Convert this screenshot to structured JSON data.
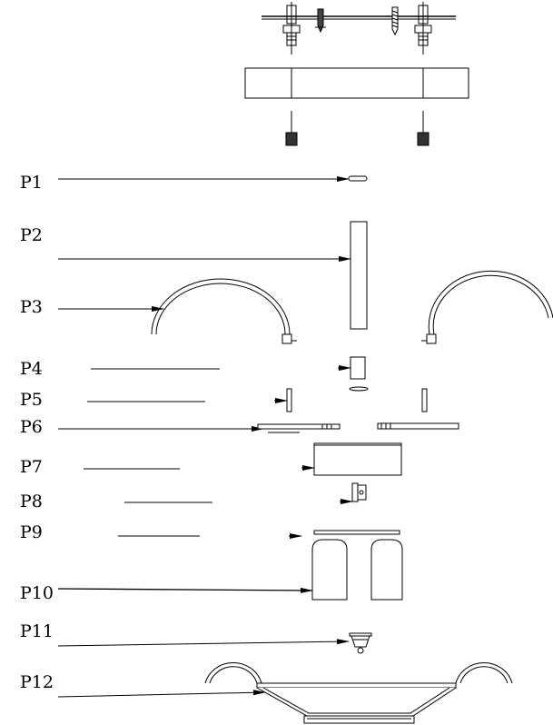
{
  "diagram": {
    "labels": [
      "P1",
      "P2",
      "P3",
      "P4",
      "P5",
      "P6",
      "P7",
      "P8",
      "P9",
      "P10",
      "P11",
      "P12"
    ]
  }
}
